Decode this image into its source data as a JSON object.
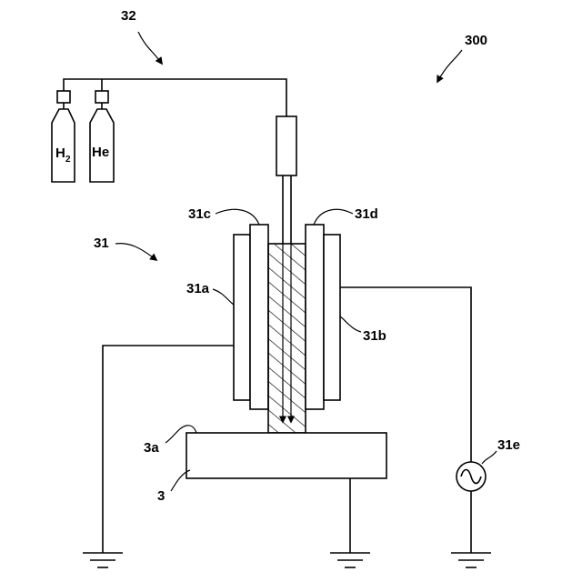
{
  "labels": {
    "gas_supply": "32",
    "device": "300",
    "plasma_unit": "31",
    "electrode_a": "31a",
    "electrode_b": "31b",
    "tube_c": "31c",
    "tube_d": "31d",
    "power_source": "31e",
    "substrate_surface": "3a",
    "substrate": "3"
  },
  "cylinders": {
    "hydrogen_main": "H",
    "hydrogen_sub": "2",
    "helium": "He"
  },
  "icons": {
    "ac_source": "ac-sine-icon",
    "ground": "ground-icon"
  },
  "colors": {
    "line": "#000000",
    "background": "#ffffff"
  }
}
